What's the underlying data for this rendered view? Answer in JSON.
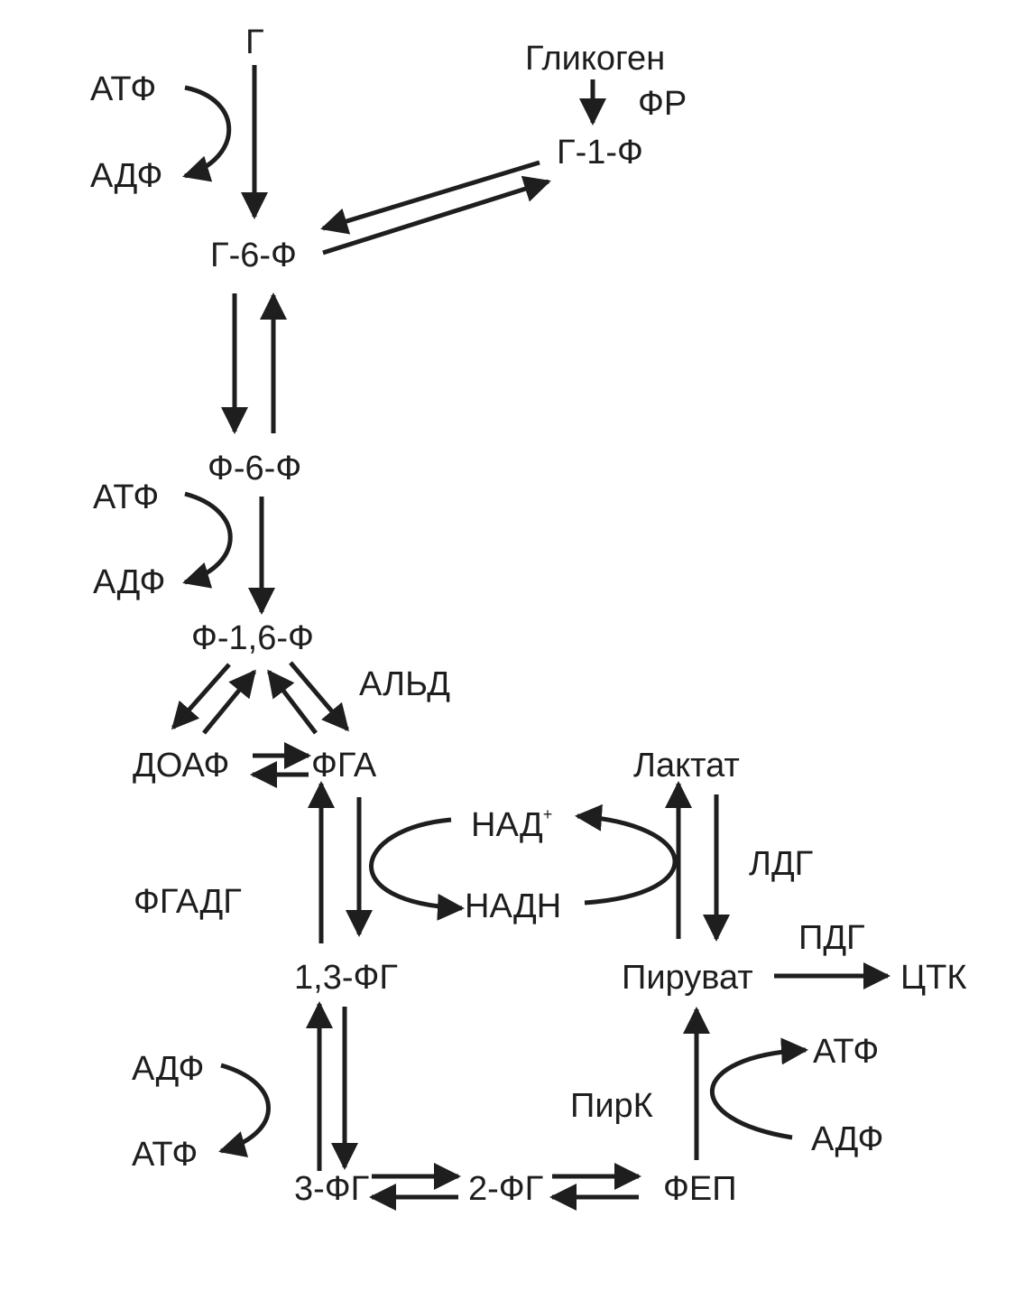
{
  "diagram": {
    "nodes": {
      "glucose": "Г",
      "glycogen": "Гликоген",
      "fr": "ФР",
      "g1p": "Г-1-Ф",
      "atp1": "АТФ",
      "adp1": "АДФ",
      "g6p": "Г-6-Ф",
      "f6p": "Ф-6-Ф",
      "atp2": "АТФ",
      "adp2": "АДФ",
      "f16p": "Ф-1,6-Ф",
      "ald": "АЛЬД",
      "dhap": "ДОАФ",
      "gap": "ФГА",
      "lactate": "Лактат",
      "nad": "НАД",
      "nad_sup": "+",
      "gapdh": "ФГАДГ",
      "nadh": "НАДН",
      "ldg": "ЛДГ",
      "pdg": "ПДГ",
      "bpg13": "1,3-ФГ",
      "pyruvate": "Пируват",
      "tca": "ЦТК",
      "adp3": "АДФ",
      "atp3": "АТФ",
      "atp4": "АТФ",
      "pirk": "ПирК",
      "adp4": "АДФ",
      "pg3": "3-ФГ",
      "pg2": "2-ФГ",
      "pep": "ФЕП"
    },
    "colors": {
      "ink": "#1e1e1e",
      "background": "#ffffff"
    }
  }
}
